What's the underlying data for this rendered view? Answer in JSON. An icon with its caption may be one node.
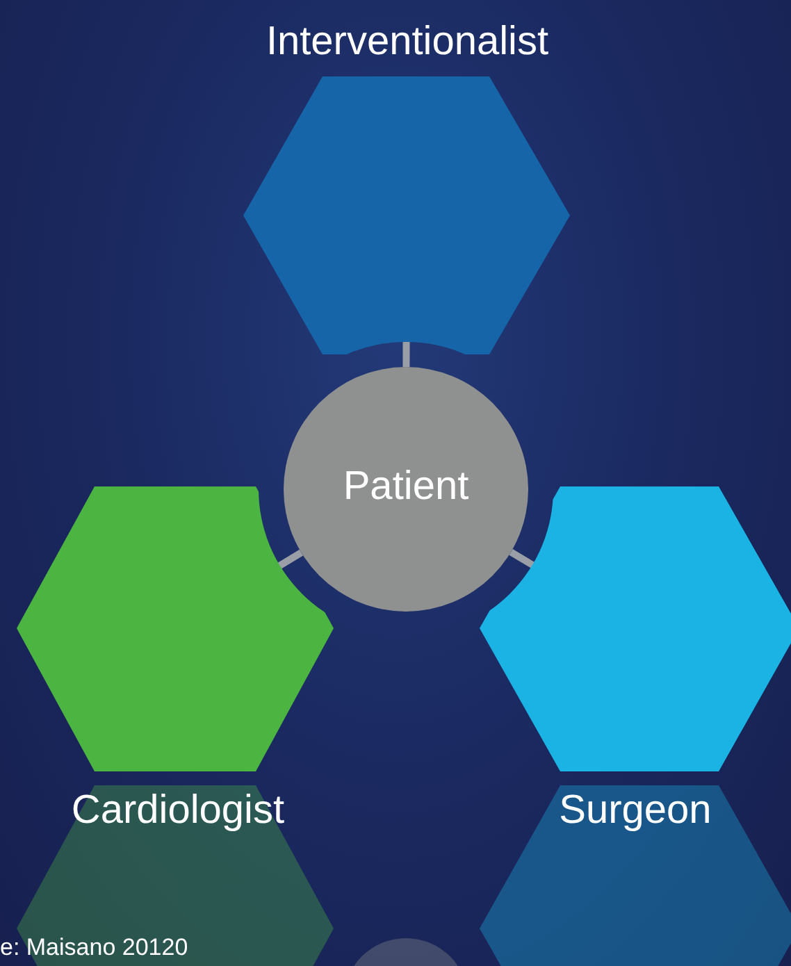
{
  "diagram": {
    "nodes": [
      {
        "text": [
          "Interventionalist"
        ]
      },
      {
        "text": [
          "Patient"
        ]
      },
      {
        "text": [
          "Cardiologist"
        ]
      },
      {
        "text": [
          "Surgeon"
        ]
      }
    ],
    "edges": [
      {
        "from": 1,
        "to": 0,
        "arrow": "none"
      },
      {
        "from": 1,
        "to": 2,
        "arrow": "none"
      },
      {
        "from": 1,
        "to": 3,
        "arrow": "none"
      }
    ],
    "labels": [
      "e: Maisano 20120"
    ]
  }
}
